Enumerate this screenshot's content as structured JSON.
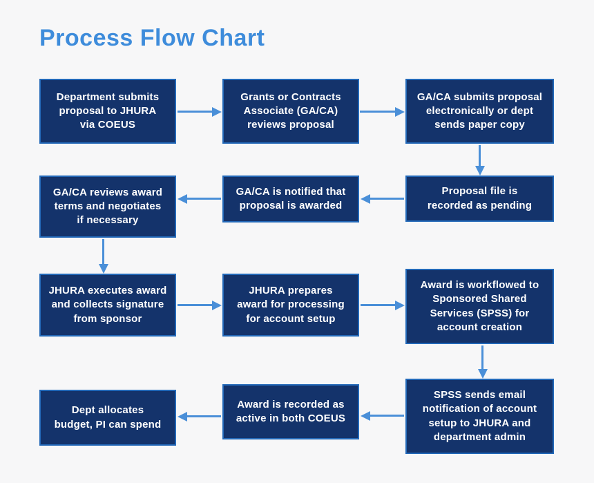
{
  "title": "Process Flow Chart",
  "colors": {
    "background": "#F7F7F8",
    "title": "#3E8CDB",
    "box_fill": "#14336B",
    "box_border": "#2268B8",
    "box_text": "#FFFFFF",
    "arrow": "#4A8FD8"
  },
  "diagram": {
    "type": "flowchart",
    "nodes": [
      {
        "id": "dept-submits",
        "row": 1,
        "col": 1,
        "label": "Department submits\nproposal to JHURA\nvia COEUS"
      },
      {
        "id": "gaca-reviews-proposal",
        "row": 1,
        "col": 2,
        "label": "Grants or Contracts\nAssociate (GA/CA)\nreviews proposal"
      },
      {
        "id": "gaca-submits",
        "row": 1,
        "col": 3,
        "label": "GA/CA submits proposal\nelectronically or dept\nsends paper copy"
      },
      {
        "id": "proposal-pending",
        "row": 2,
        "col": 3,
        "label": "Proposal file is\nrecorded as pending"
      },
      {
        "id": "gaca-notified",
        "row": 2,
        "col": 2,
        "label": "GA/CA is notified that\nproposal is awarded"
      },
      {
        "id": "gaca-reviews-award",
        "row": 2,
        "col": 1,
        "label": "GA/CA reviews award\nterms and negotiates\nif necessary"
      },
      {
        "id": "jhura-executes",
        "row": 3,
        "col": 1,
        "label": "JHURA executes award\nand collects signature\nfrom sponsor"
      },
      {
        "id": "jhura-prepares",
        "row": 3,
        "col": 2,
        "label": "JHURA prepares\naward for processing\nfor account setup"
      },
      {
        "id": "award-workflowed",
        "row": 3,
        "col": 3,
        "label": "Award is workflowed to\nSponsored Shared\nServices (SPSS) for\naccount creation"
      },
      {
        "id": "spss-email",
        "row": 4,
        "col": 3,
        "label": "SPSS sends email\nnotification of account\nsetup to JHURA and\ndepartment admin"
      },
      {
        "id": "award-active",
        "row": 4,
        "col": 2,
        "label": "Award is recorded as\nactive in both COEUS"
      },
      {
        "id": "dept-allocates",
        "row": 4,
        "col": 1,
        "label": "Dept allocates\nbudget, PI can spend"
      }
    ],
    "edges": [
      {
        "from": "dept-submits",
        "to": "gaca-reviews-proposal",
        "direction": "right"
      },
      {
        "from": "gaca-reviews-proposal",
        "to": "gaca-submits",
        "direction": "right"
      },
      {
        "from": "gaca-submits",
        "to": "proposal-pending",
        "direction": "down"
      },
      {
        "from": "proposal-pending",
        "to": "gaca-notified",
        "direction": "left"
      },
      {
        "from": "gaca-notified",
        "to": "gaca-reviews-award",
        "direction": "left"
      },
      {
        "from": "gaca-reviews-award",
        "to": "jhura-executes",
        "direction": "down"
      },
      {
        "from": "jhura-executes",
        "to": "jhura-prepares",
        "direction": "right"
      },
      {
        "from": "jhura-prepares",
        "to": "award-workflowed",
        "direction": "right"
      },
      {
        "from": "award-workflowed",
        "to": "spss-email",
        "direction": "down"
      },
      {
        "from": "spss-email",
        "to": "award-active",
        "direction": "left"
      },
      {
        "from": "award-active",
        "to": "dept-allocates",
        "direction": "left"
      }
    ]
  }
}
